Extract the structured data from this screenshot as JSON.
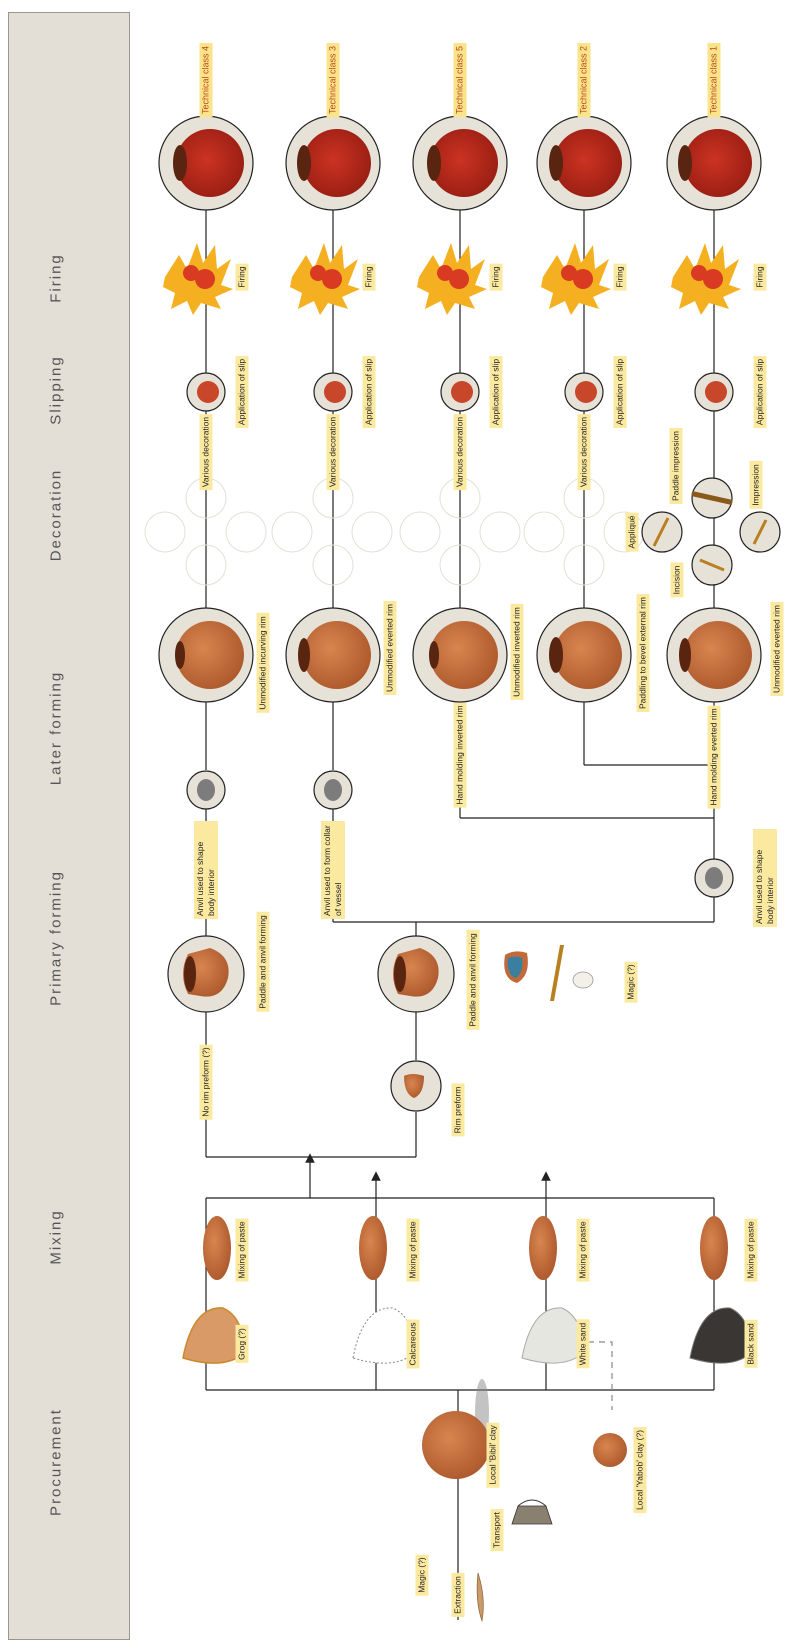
{
  "stages": [
    "Procurement",
    "Mixing",
    "Primary forming",
    "Later forming",
    "Decoration",
    "Slipping",
    "Firing"
  ],
  "technical_classes": [
    "Technical class 4",
    "Technical class 3",
    "Technical class 5",
    "Technical class 2",
    "Technical class 1"
  ],
  "procurement": {
    "extraction": "Extraction",
    "magic": "Magic (?)",
    "transport": "Transport",
    "bibil_clay": "Local 'Bibil' clay",
    "yabob_clay": "Local 'Yabob' clay (?)"
  },
  "mixing": {
    "tempers": [
      "Grog (?)",
      "Calcareous",
      "White sand",
      "Black sand"
    ],
    "paste": "Mixing of paste"
  },
  "primary_forming": {
    "no_rim": "No rim preform (?)",
    "rim_preform": "Rim preform",
    "paddle_anvil": "Paddle and anvil forming",
    "magic": "Magic (?)"
  },
  "later_forming": {
    "anvil_shape": "Anvil used to shape body interior",
    "anvil_collar": "Anvil used to form collar of vessel",
    "hand_inverted": "Hand molding inverted rim",
    "hand_everted": "Hand molding everted rim"
  },
  "rims": {
    "incurving": "Unmodified incurving rim",
    "everted": "Unmodified everted rim",
    "inverted": "Unmodified inverted rim",
    "bevel": "Paddling to bevel external rim"
  },
  "decoration": {
    "various": "Various decoration",
    "applique": "Appliqué",
    "incision": "Incision",
    "paddle_impression": "Paddle impression",
    "impression": "Impression"
  },
  "slipping": "Application of slip",
  "firing": "Firing",
  "colors": {
    "panel": "#e3dfd6",
    "label_bg": "#fbe9a0",
    "clay": "#c06a3a",
    "fired": "#b3261a",
    "line": "#222222"
  }
}
